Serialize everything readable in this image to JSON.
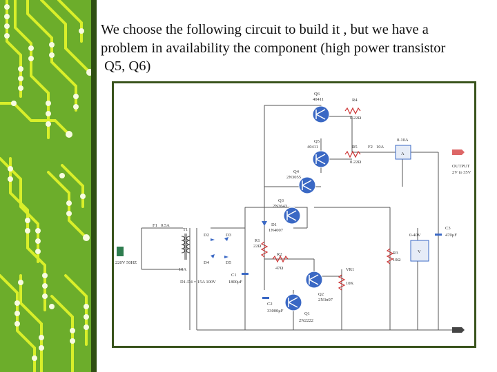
{
  "slide": {
    "line1": "We choose the following circuit to build it , but we have a",
    "line2": "problem in availability the component (high power transistor",
    "line3": " Q5, Q6)"
  },
  "colors": {
    "background_green": "#6cad2b",
    "trace_yellow": "#d9ef2a",
    "frame_green": "#39531c",
    "transistor_blue": "#3a68c4",
    "resistor_red": "#cc3333"
  },
  "circuit": {
    "q6": "Q6",
    "q6_part": "40411",
    "r4": "R4",
    "r4_val": "0.22Ω",
    "q5": "Q5",
    "q5_part": "40411",
    "r5": "R5",
    "r5_val": "0.22Ω",
    "fuse_f2": "F2",
    "fuse_f2_val": "10A",
    "ammeter_range": "0-10A",
    "ammeter_symbol": "A",
    "output_label": "OUTPUT",
    "output_range": "2V to 35V",
    "q4": "Q4",
    "q4_part": "2N3055",
    "q3": "Q3",
    "q3_part": "2N3643",
    "d1": "D1",
    "d1_part": "1N4007",
    "f1": "F1",
    "f1_val": "0.5A",
    "t1": "T1",
    "d2": "D2",
    "d3": "D3",
    "d4": "D4",
    "d5": "D5",
    "r1": "R1",
    "r1_val": "22Ω",
    "r2": "R2",
    "r2_val": "47Ω",
    "c1": "C1",
    "c1_val": "1800μF",
    "c2": "C2",
    "c2_val": "33000μF",
    "c3": "C3",
    "c3_val": "470μF",
    "q2": "Q2",
    "q2_part": "2N3n97",
    "q1": "Q1",
    "q1_part": "2N2222",
    "vr1": "VR1",
    "vr1_val": "10K",
    "r3": "R3",
    "r3_val": "10Ω",
    "voltmeter_range": "0-40V",
    "voltmeter_symbol": "V",
    "mains": "220V\n50HZ",
    "transformer_rating": "10A",
    "bridge_rating": "D1-D4 = 15A 100V"
  }
}
